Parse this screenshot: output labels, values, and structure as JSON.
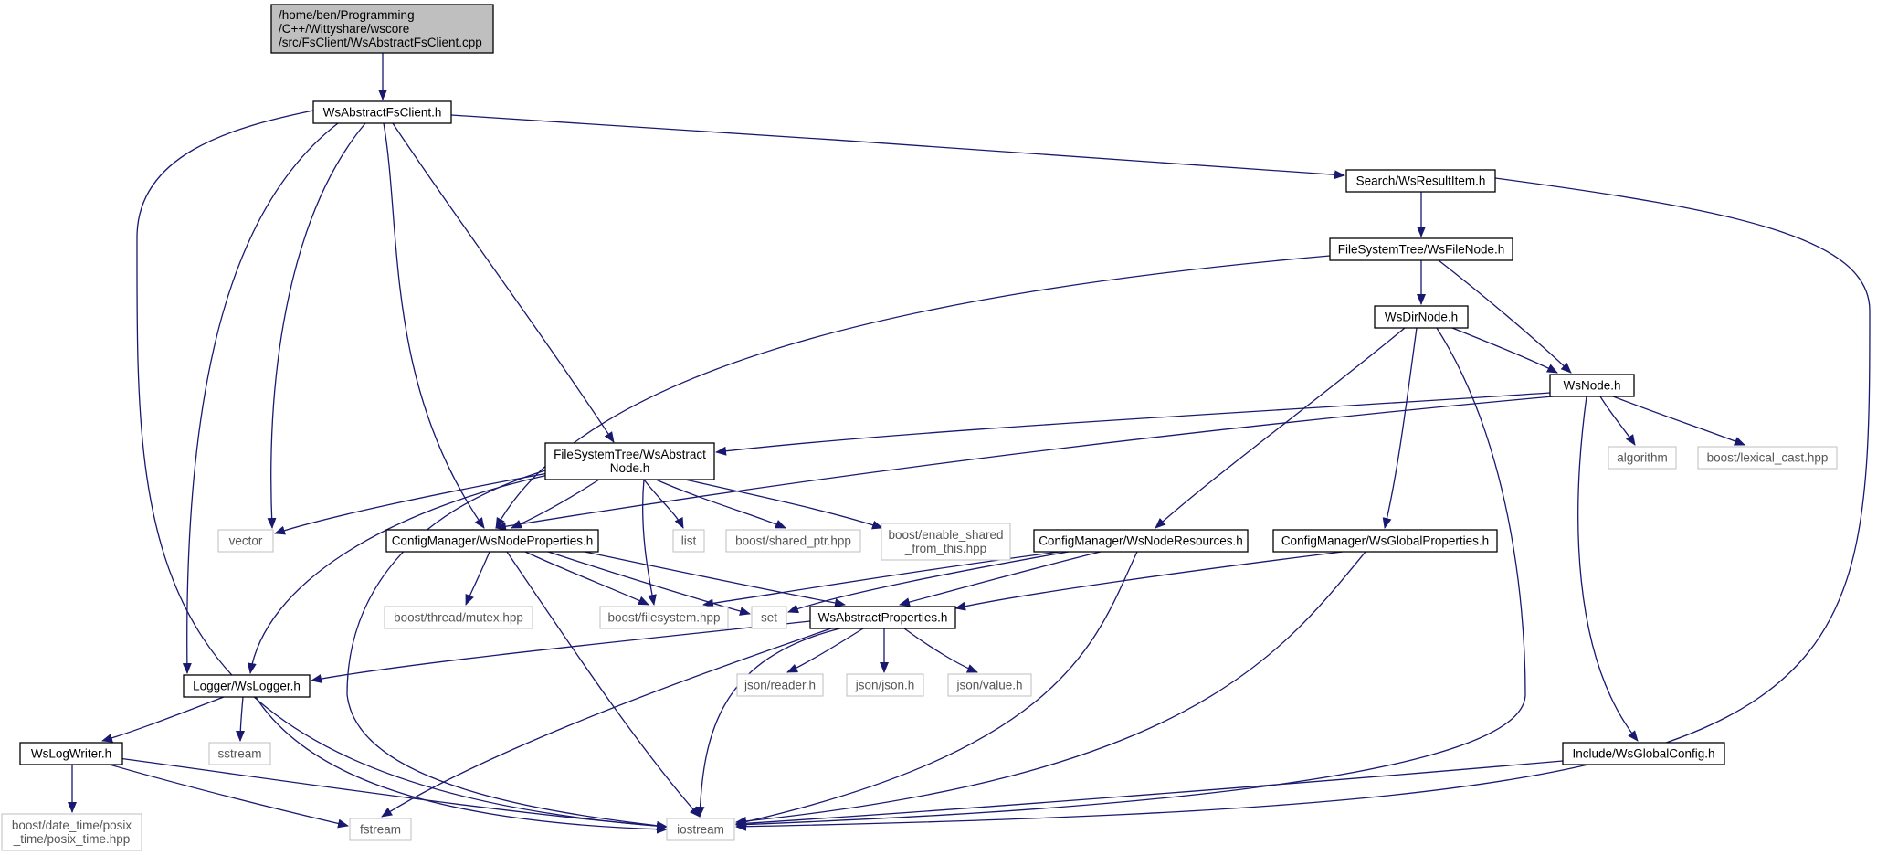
{
  "colors": {
    "edge": "#191970",
    "root_fill": "#bfbfbf",
    "project_border": "#000000",
    "external_border": "#bfbfbf",
    "external_text": "#555555",
    "background": "#ffffff"
  },
  "nodes": [
    {
      "id": "root",
      "kind": "root",
      "lines": [
        "/home/ben/Programming",
        "/C++/Wittyshare/wscore",
        "/src/FsClient/WsAbstractFsClient.cpp"
      ]
    },
    {
      "id": "wsabstractfsclient",
      "kind": "project",
      "lines": [
        "WsAbstractFsClient.h"
      ]
    },
    {
      "id": "wsresultitem",
      "kind": "project",
      "lines": [
        "Search/WsResultItem.h"
      ]
    },
    {
      "id": "wsfilenode",
      "kind": "project",
      "lines": [
        "FileSystemTree/WsFileNode.h"
      ]
    },
    {
      "id": "wsdirnode",
      "kind": "project",
      "lines": [
        "WsDirNode.h"
      ]
    },
    {
      "id": "wsnode",
      "kind": "project",
      "lines": [
        "WsNode.h"
      ]
    },
    {
      "id": "algorithm",
      "kind": "external",
      "lines": [
        "algorithm"
      ]
    },
    {
      "id": "lexicalcast",
      "kind": "external",
      "lines": [
        "boost/lexical_cast.hpp"
      ]
    },
    {
      "id": "wsabstractnode",
      "kind": "project",
      "lines": [
        "FileSystemTree/WsAbstract",
        "Node.h"
      ]
    },
    {
      "id": "vector",
      "kind": "external",
      "lines": [
        "vector"
      ]
    },
    {
      "id": "wsnodeproperties",
      "kind": "project",
      "lines": [
        "ConfigManager/WsNodeProperties.h"
      ]
    },
    {
      "id": "list",
      "kind": "external",
      "lines": [
        "list"
      ]
    },
    {
      "id": "sharedptr",
      "kind": "external",
      "lines": [
        "boost/shared_ptr.hpp"
      ]
    },
    {
      "id": "enableshared",
      "kind": "external",
      "lines": [
        "boost/enable_shared",
        "_from_this.hpp"
      ]
    },
    {
      "id": "wsnoderesources",
      "kind": "project",
      "lines": [
        "ConfigManager/WsNodeResources.h"
      ]
    },
    {
      "id": "wsglobalproperties",
      "kind": "project",
      "lines": [
        "ConfigManager/WsGlobalProperties.h"
      ]
    },
    {
      "id": "mutex",
      "kind": "external",
      "lines": [
        "boost/thread/mutex.hpp"
      ]
    },
    {
      "id": "filesystem",
      "kind": "external",
      "lines": [
        "boost/filesystem.hpp"
      ]
    },
    {
      "id": "set",
      "kind": "external",
      "lines": [
        "set"
      ]
    },
    {
      "id": "wsabstractproperties",
      "kind": "project",
      "lines": [
        "WsAbstractProperties.h"
      ]
    },
    {
      "id": "wslogger",
      "kind": "project",
      "lines": [
        "Logger/WsLogger.h"
      ]
    },
    {
      "id": "jsonreader",
      "kind": "external",
      "lines": [
        "json/reader.h"
      ]
    },
    {
      "id": "jsonjson",
      "kind": "external",
      "lines": [
        "json/json.h"
      ]
    },
    {
      "id": "jsonvalue",
      "kind": "external",
      "lines": [
        "json/value.h"
      ]
    },
    {
      "id": "sstream",
      "kind": "external",
      "lines": [
        "sstream"
      ]
    },
    {
      "id": "wslogwriter",
      "kind": "project",
      "lines": [
        "WsLogWriter.h"
      ]
    },
    {
      "id": "wsglobalconfig",
      "kind": "project",
      "lines": [
        "Include/WsGlobalConfig.h"
      ]
    },
    {
      "id": "posixtime",
      "kind": "external",
      "lines": [
        "boost/date_time/posix",
        "_time/posix_time.hpp"
      ]
    },
    {
      "id": "fstream",
      "kind": "external",
      "lines": [
        "fstream"
      ]
    },
    {
      "id": "iostream",
      "kind": "external",
      "lines": [
        "iostream"
      ]
    }
  ],
  "edges": [
    [
      "root",
      "wsabstractfsclient"
    ],
    [
      "wsabstractfsclient",
      "wsresultitem"
    ],
    [
      "wsabstractfsclient",
      "wsabstractnode"
    ],
    [
      "wsabstractfsclient",
      "wsnodeproperties"
    ],
    [
      "wsabstractfsclient",
      "vector"
    ],
    [
      "wsabstractfsclient",
      "wslogger"
    ],
    [
      "wsabstractfsclient",
      "iostream"
    ],
    [
      "wsresultitem",
      "wsfilenode"
    ],
    [
      "wsresultitem",
      "iostream"
    ],
    [
      "wsfilenode",
      "wsdirnode"
    ],
    [
      "wsfilenode",
      "wsnode"
    ],
    [
      "wsfilenode",
      "wsnodeproperties"
    ],
    [
      "wsdirnode",
      "wsnode"
    ],
    [
      "wsdirnode",
      "wsnoderesources"
    ],
    [
      "wsdirnode",
      "wsglobalproperties"
    ],
    [
      "wsdirnode",
      "iostream"
    ],
    [
      "wsnode",
      "wsabstractnode"
    ],
    [
      "wsnode",
      "wsnodeproperties"
    ],
    [
      "wsnode",
      "algorithm"
    ],
    [
      "wsnode",
      "lexicalcast"
    ],
    [
      "wsnode",
      "wsglobalconfig"
    ],
    [
      "wsabstractnode",
      "wsnodeproperties"
    ],
    [
      "wsabstractnode",
      "vector"
    ],
    [
      "wsabstractnode",
      "list"
    ],
    [
      "wsabstractnode",
      "sharedptr"
    ],
    [
      "wsabstractnode",
      "enableshared"
    ],
    [
      "wsabstractnode",
      "filesystem"
    ],
    [
      "wsabstractnode",
      "wslogger"
    ],
    [
      "wsabstractnode",
      "iostream"
    ],
    [
      "wsnodeproperties",
      "mutex"
    ],
    [
      "wsnodeproperties",
      "filesystem"
    ],
    [
      "wsnodeproperties",
      "set"
    ],
    [
      "wsnodeproperties",
      "wsabstractproperties"
    ],
    [
      "wsnodeproperties",
      "iostream"
    ],
    [
      "wsnoderesources",
      "filesystem"
    ],
    [
      "wsnoderesources",
      "set"
    ],
    [
      "wsnoderesources",
      "wsabstractproperties"
    ],
    [
      "wsnoderesources",
      "iostream"
    ],
    [
      "wsglobalproperties",
      "wsabstractproperties"
    ],
    [
      "wsglobalproperties",
      "iostream"
    ],
    [
      "wsabstractproperties",
      "wslogger"
    ],
    [
      "wsabstractproperties",
      "jsonreader"
    ],
    [
      "wsabstractproperties",
      "jsonjson"
    ],
    [
      "wsabstractproperties",
      "jsonvalue"
    ],
    [
      "wsabstractproperties",
      "fstream"
    ],
    [
      "wsabstractproperties",
      "iostream"
    ],
    [
      "wslogger",
      "wslogwriter"
    ],
    [
      "wslogger",
      "sstream"
    ],
    [
      "wslogger",
      "iostream"
    ],
    [
      "wslogwriter",
      "posixtime"
    ],
    [
      "wslogwriter",
      "fstream"
    ],
    [
      "wslogwriter",
      "iostream"
    ],
    [
      "wsglobalconfig",
      "iostream"
    ]
  ]
}
